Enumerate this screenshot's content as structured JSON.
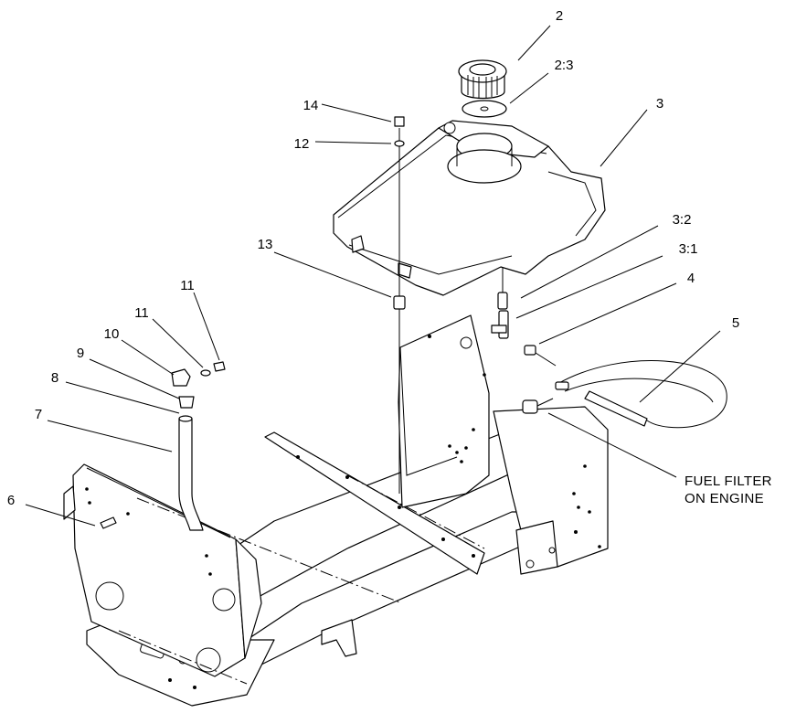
{
  "callouts": [
    {
      "id": "c2",
      "text": "2"
    },
    {
      "id": "c2_3",
      "text": "2:3"
    },
    {
      "id": "c3",
      "text": "3"
    },
    {
      "id": "c3_2",
      "text": "3:2"
    },
    {
      "id": "c3_1",
      "text": "3:1"
    },
    {
      "id": "c4",
      "text": "4"
    },
    {
      "id": "c5",
      "text": "5"
    },
    {
      "id": "c6",
      "text": "6"
    },
    {
      "id": "c7",
      "text": "7"
    },
    {
      "id": "c8",
      "text": "8"
    },
    {
      "id": "c9",
      "text": "9"
    },
    {
      "id": "c10",
      "text": "10"
    },
    {
      "id": "c11a",
      "text": "11"
    },
    {
      "id": "c11b",
      "text": "11"
    },
    {
      "id": "c12",
      "text": "12"
    },
    {
      "id": "c13",
      "text": "13"
    },
    {
      "id": "c14",
      "text": "14"
    }
  ],
  "note": {
    "line1": "FUEL FILTER",
    "line2": "ON ENGINE"
  }
}
